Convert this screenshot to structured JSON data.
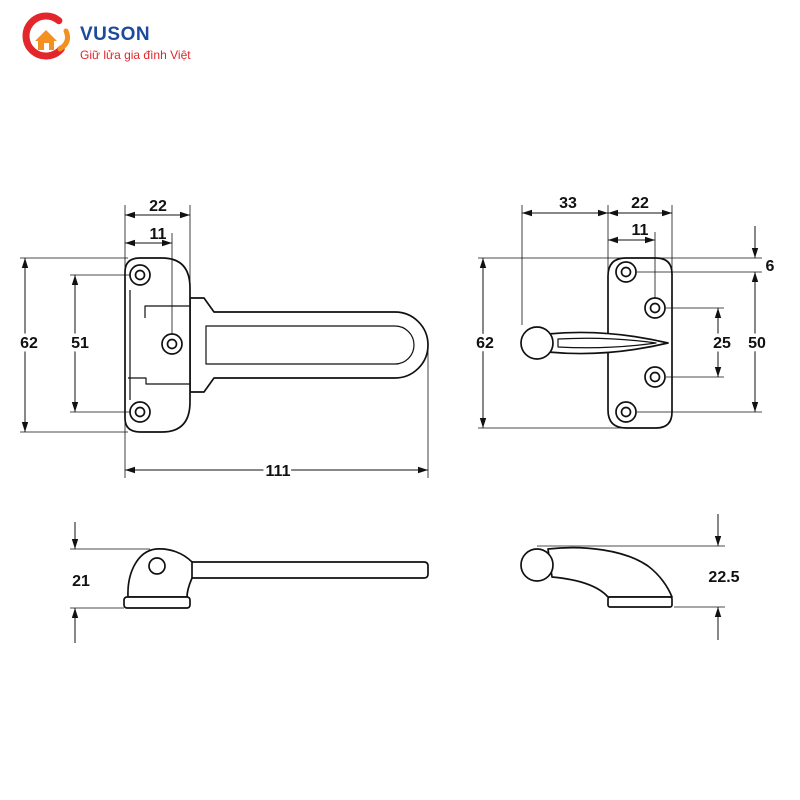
{
  "brand": {
    "name": "VUSON",
    "tagline": "Giữ lửa gia đình Việt",
    "colors": {
      "primary": "#1d4b9b",
      "accent": "#e3262b",
      "orange": "#f29122"
    }
  },
  "icons": {
    "logo": "vuson-house-swirl-icon"
  },
  "hasp_top_view": {
    "width": "22",
    "hole_offset": "11",
    "height": "62",
    "hole_spacing": "51",
    "length": "111"
  },
  "catch_top_view": {
    "knob_offset": "33",
    "width": "22",
    "hole_offset": "11",
    "top_margin": "6",
    "height": "62",
    "inner_hole_spacing": "25",
    "outer_hole_spacing": "50"
  },
  "hasp_side_view": {
    "height": "21"
  },
  "catch_side_view": {
    "height": "22.5"
  }
}
